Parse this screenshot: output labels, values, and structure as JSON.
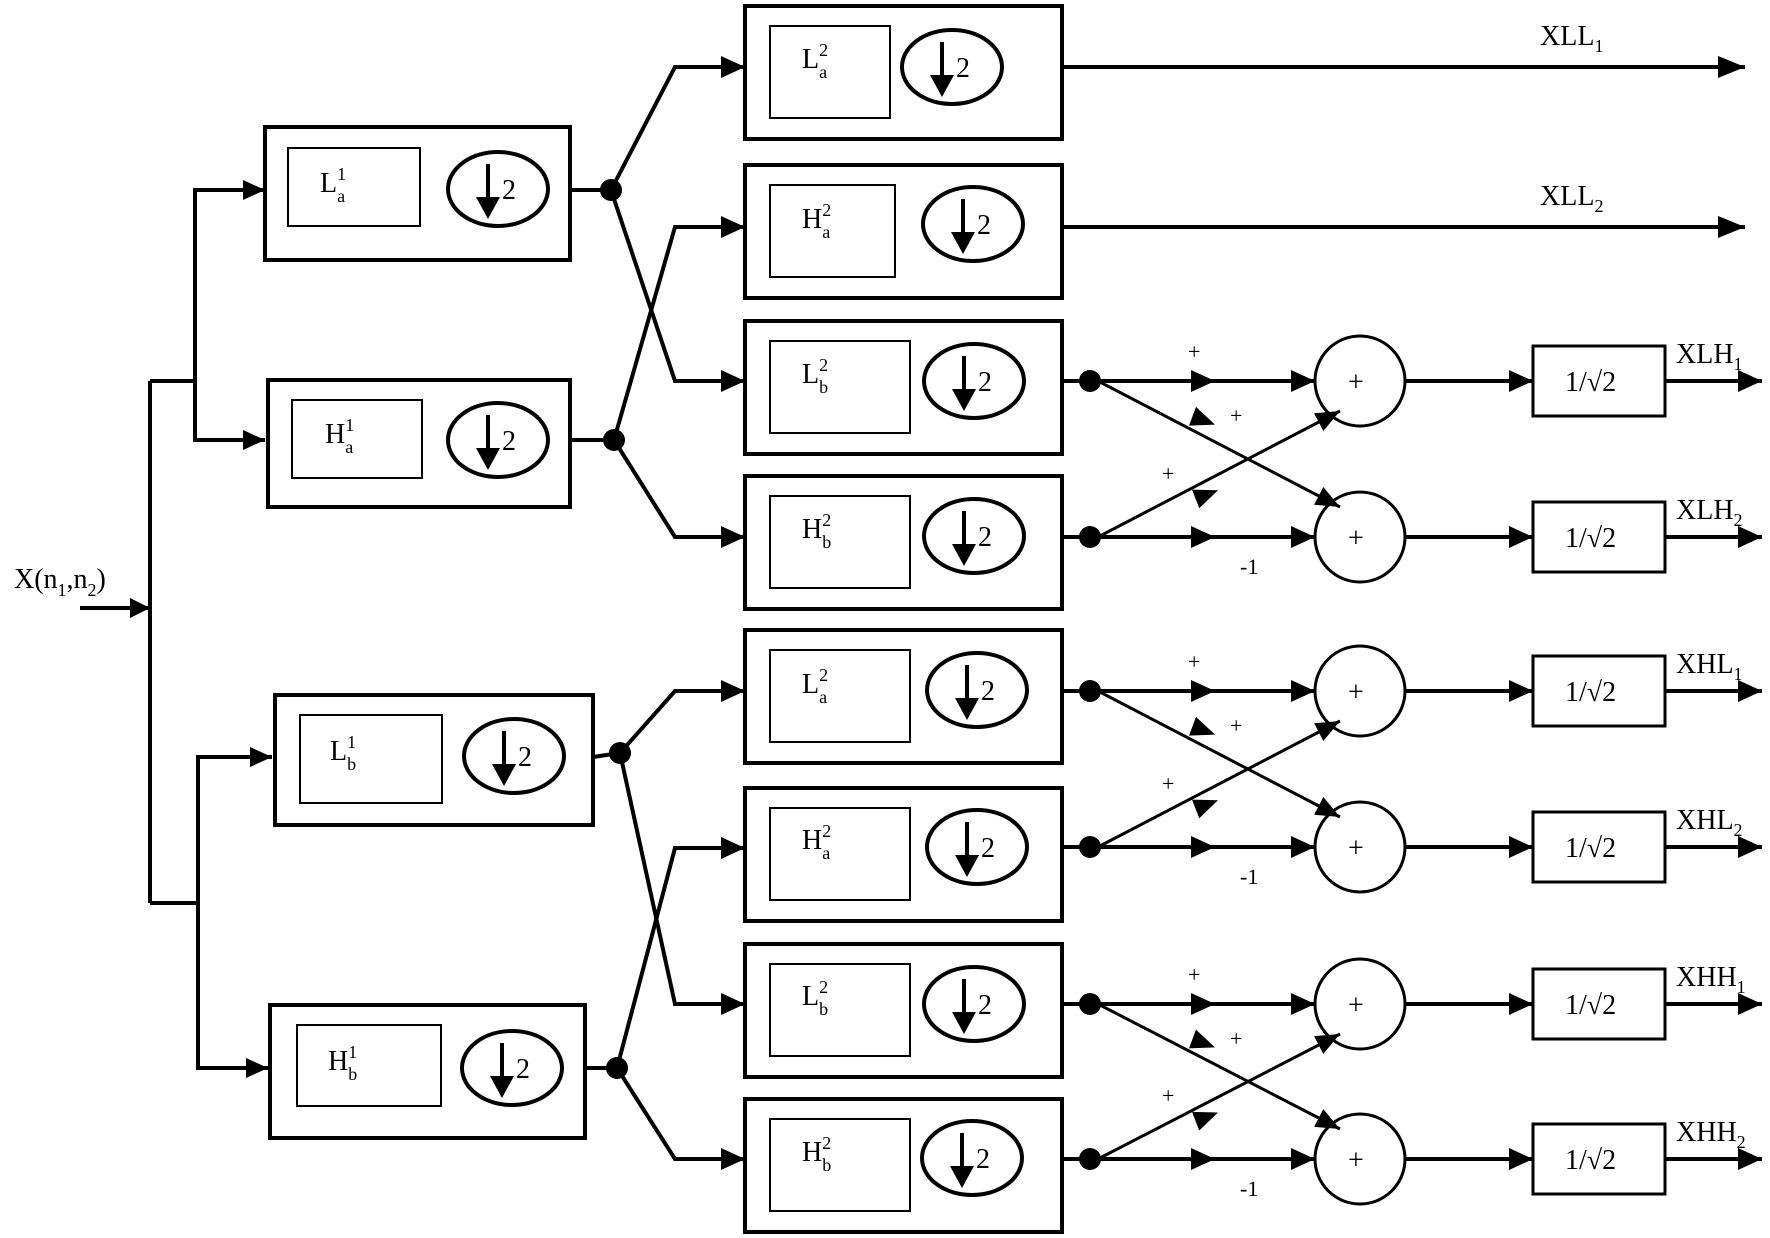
{
  "input": {
    "label": "X(n",
    "sub1": "1",
    "comma": ",n",
    "sub2": "2",
    "close": ")"
  },
  "downsample": {
    "factor": "2"
  },
  "level1": [
    {
      "letter": "L",
      "sup": "1",
      "sub": "a"
    },
    {
      "letter": "H",
      "sup": "1",
      "sub": "a"
    },
    {
      "letter": "L",
      "sup": "1",
      "sub": "b"
    },
    {
      "letter": "H",
      "sup": "1",
      "sub": "b"
    }
  ],
  "level2": [
    {
      "letter": "L",
      "sup": "2",
      "sub": "a"
    },
    {
      "letter": "H",
      "sup": "2",
      "sub": "a"
    },
    {
      "letter": "L",
      "sup": "2",
      "sub": "b"
    },
    {
      "letter": "H",
      "sup": "2",
      "sub": "b"
    },
    {
      "letter": "L",
      "sup": "2",
      "sub": "a"
    },
    {
      "letter": "H",
      "sup": "2",
      "sub": "a"
    },
    {
      "letter": "L",
      "sup": "2",
      "sub": "b"
    },
    {
      "letter": "H",
      "sup": "2",
      "sub": "b"
    }
  ],
  "direct_outputs": [
    {
      "name": "XLL",
      "sub": "1"
    },
    {
      "name": "XLL",
      "sub": "2"
    }
  ],
  "combiners": [
    {
      "out1": {
        "name": "XLH",
        "sub": "1"
      },
      "out2": {
        "name": "XLH",
        "sub": "2"
      }
    },
    {
      "out1": {
        "name": "XHL",
        "sub": "1"
      },
      "out2": {
        "name": "XHL",
        "sub": "2"
      }
    },
    {
      "out1": {
        "name": "XHH",
        "sub": "1"
      },
      "out2": {
        "name": "XHH",
        "sub": "2"
      }
    }
  ],
  "signs": {
    "plus": "+",
    "minus": "-1"
  },
  "sum_symbol": "+",
  "scale_label": "1/√2",
  "colors": {
    "stroke": "#000000",
    "background": "#ffffff"
  }
}
